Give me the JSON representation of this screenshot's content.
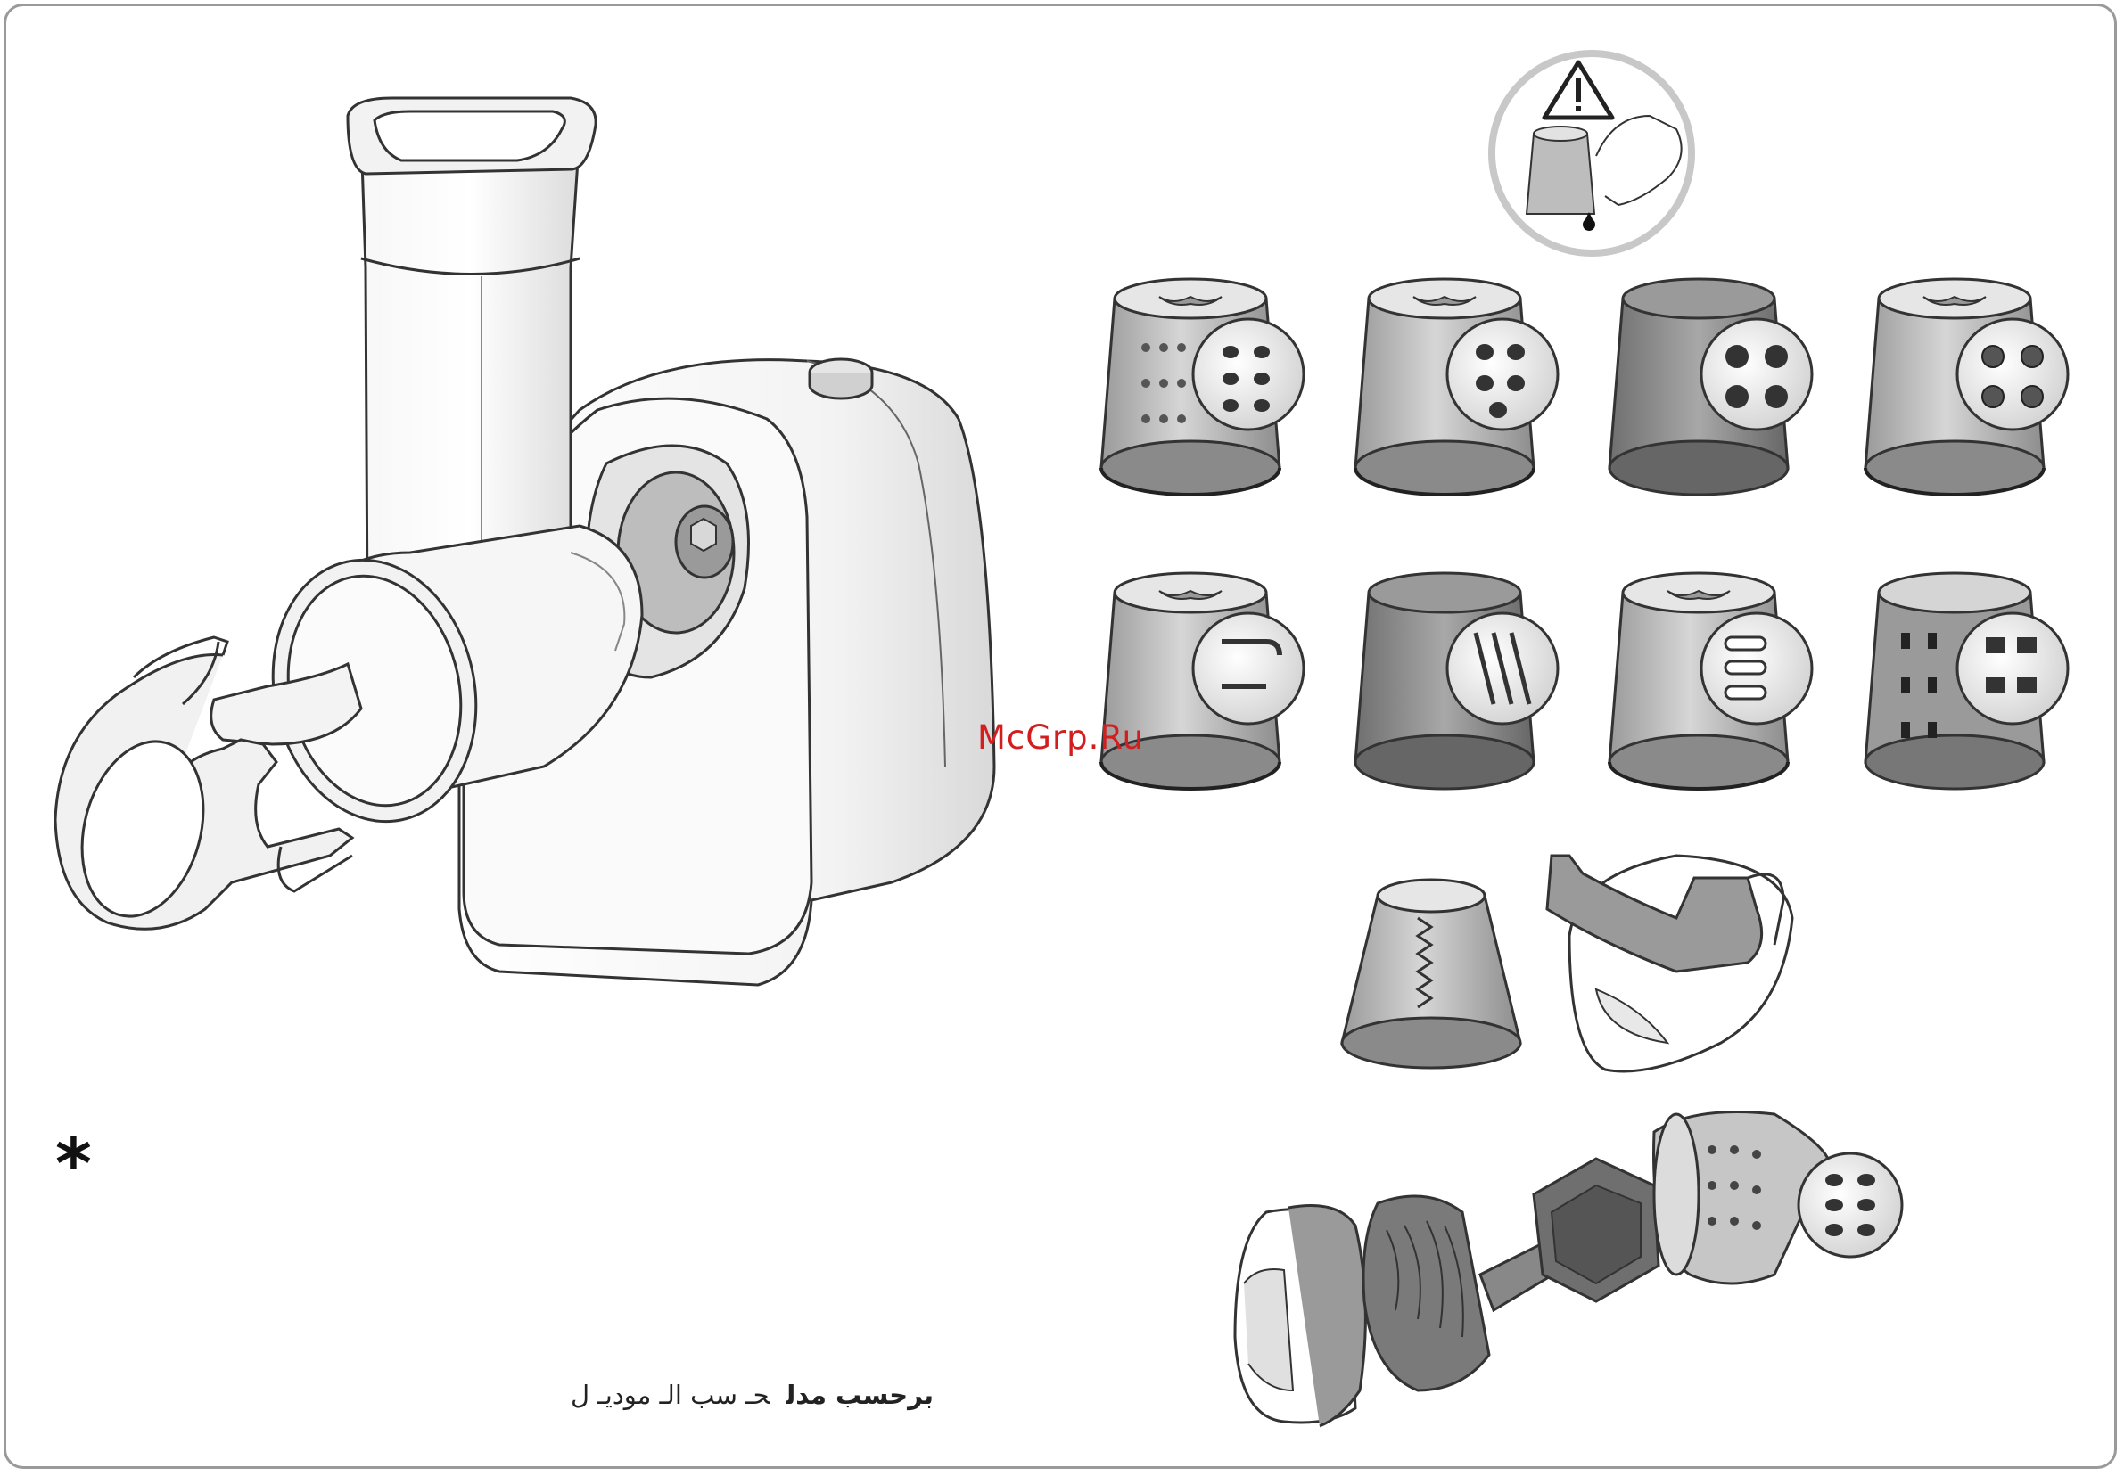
{
  "watermark": "McGrp.Ru",
  "asterisk": "*",
  "footnote": {
    "part_a": "برحسب مدل",
    "part_b": "حـ سب الـ موديـ ل"
  },
  "icons": {
    "warning": "warning-triangle-icon"
  },
  "colors": {
    "line": "#333333",
    "light_fill": "#f1f1f1",
    "mid_fill": "#bdbdbd",
    "dark_fill": "#7a7a7a",
    "watermark": "#d11f1f"
  }
}
